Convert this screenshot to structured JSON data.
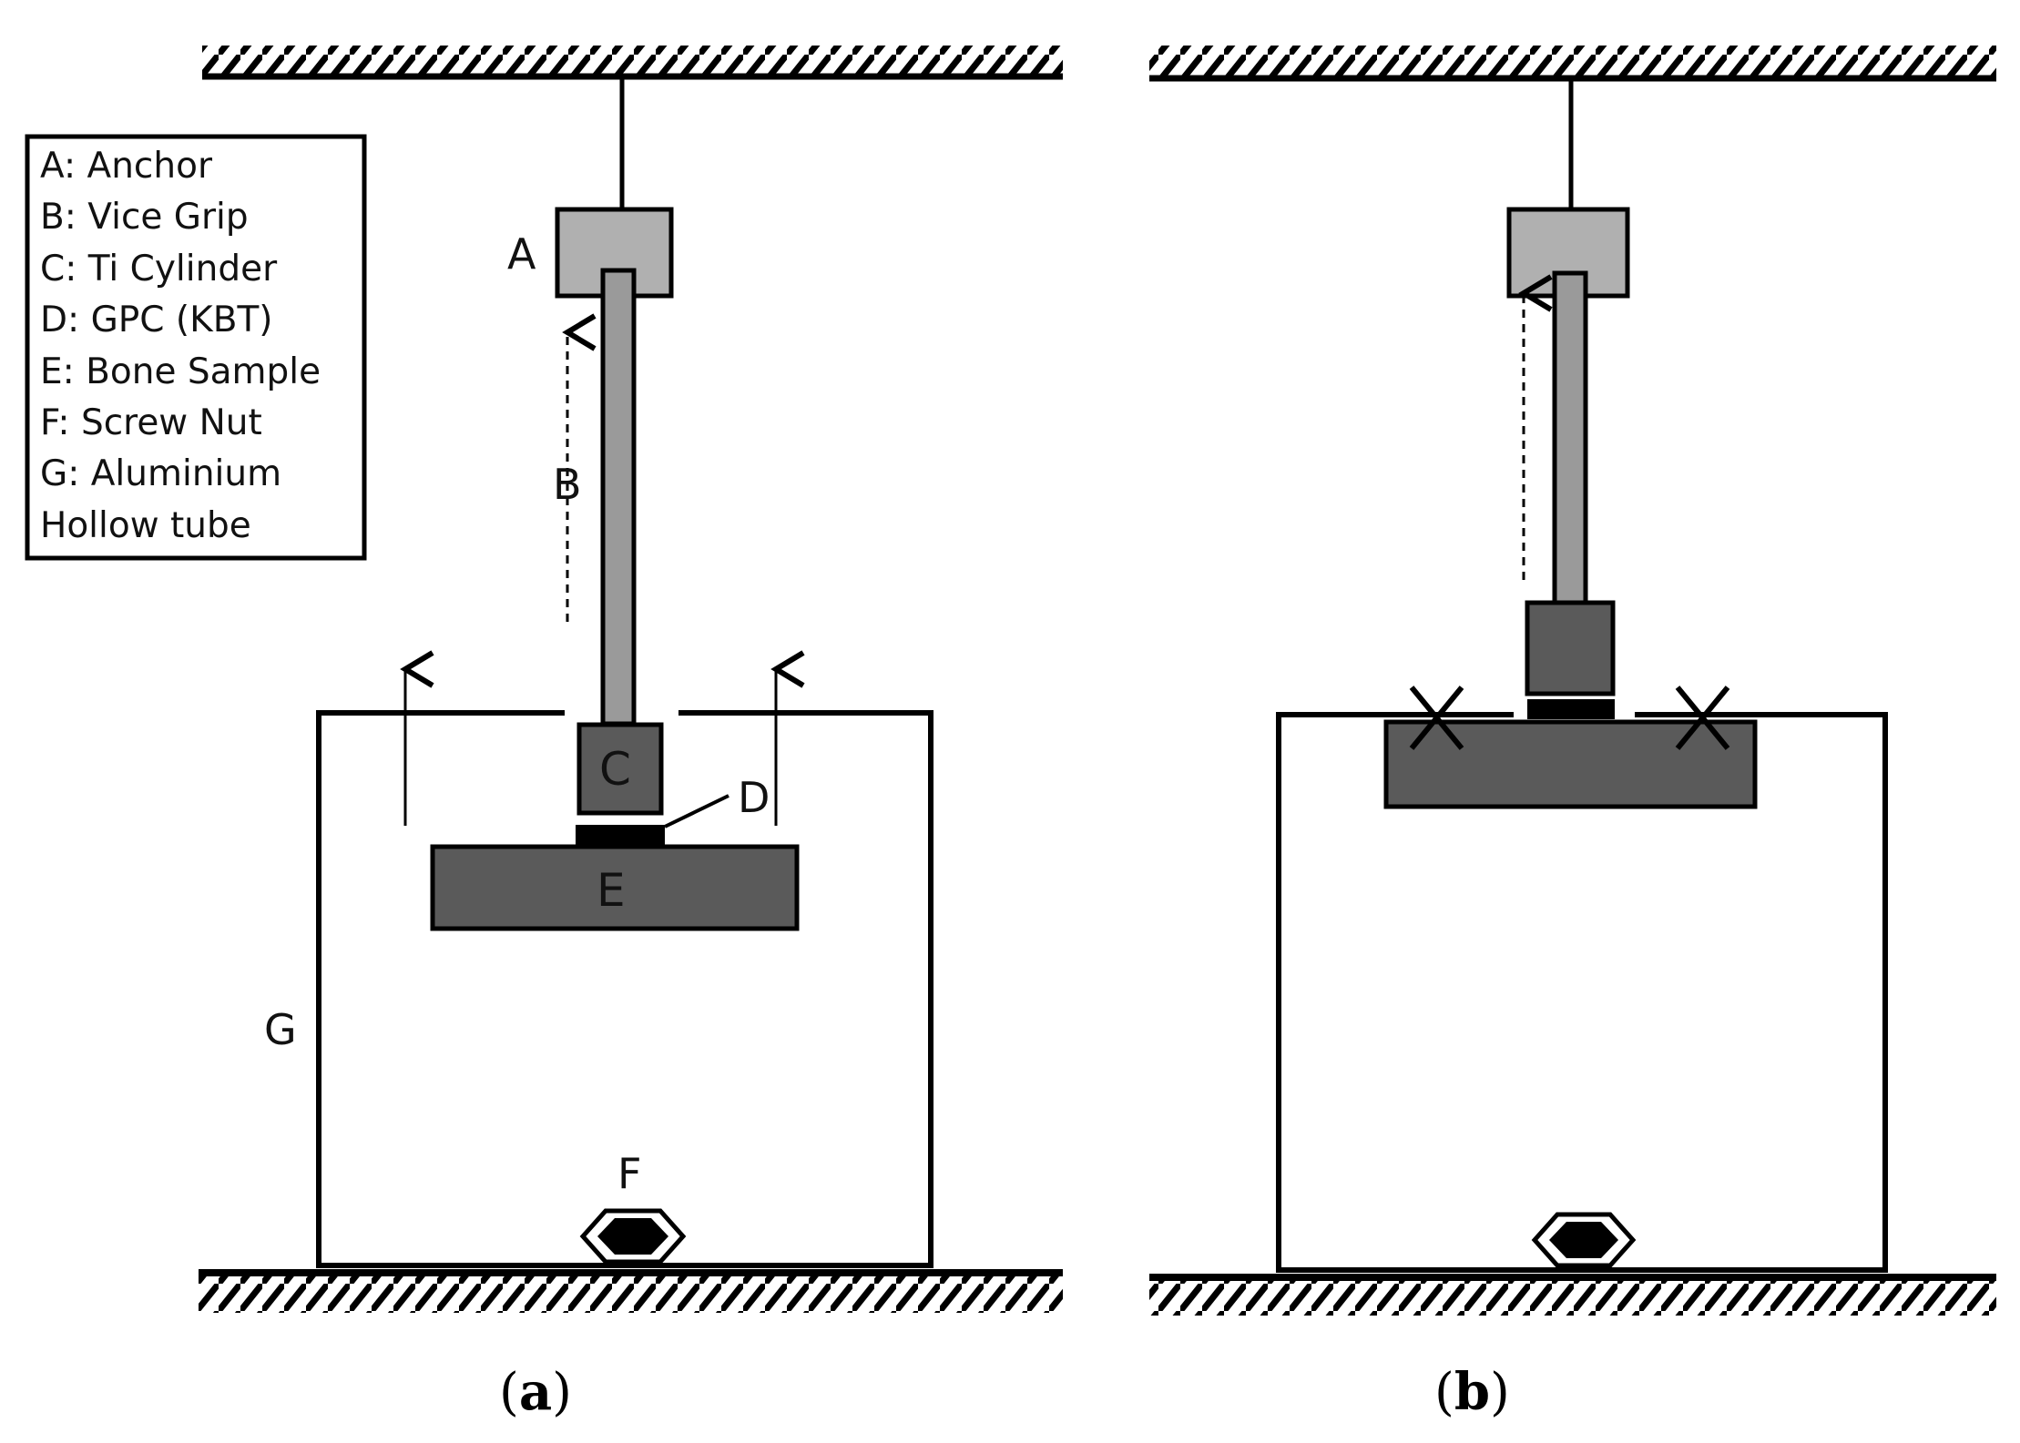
{
  "legend": {
    "lines": [
      "A: Anchor",
      "B: Vice Grip",
      "C: Ti Cylinder",
      "D: GPC (KBT)",
      "E: Bone Sample",
      "F: Screw Nut",
      "G: Aluminium",
      "Hollow tube"
    ]
  },
  "panel_a": {
    "labels": {
      "a": "A",
      "b": "B",
      "c": "C",
      "d": "D",
      "e": "E",
      "f": "F",
      "g": "G"
    },
    "caption": {
      "open": "(",
      "letter": "a",
      "close": ")"
    }
  },
  "panel_b": {
    "caption": {
      "open": "(",
      "letter": "b",
      "close": ")"
    }
  },
  "colors": {
    "anchor_fill": "#b0b0b0",
    "rod_fill": "#9a9a9a",
    "part_fill": "#5a5a5a",
    "gpc_fill": "#000000",
    "line": "#000000"
  }
}
